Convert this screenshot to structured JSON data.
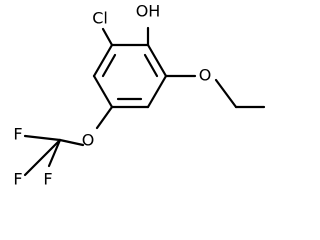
{
  "molecule": {
    "labels": {
      "oh": "OH",
      "cl": "Cl",
      "o_ethoxy": "O",
      "o_ocf3": "O",
      "f_left": "F",
      "f_bottom_left": "F",
      "f_bottom": "F"
    }
  }
}
